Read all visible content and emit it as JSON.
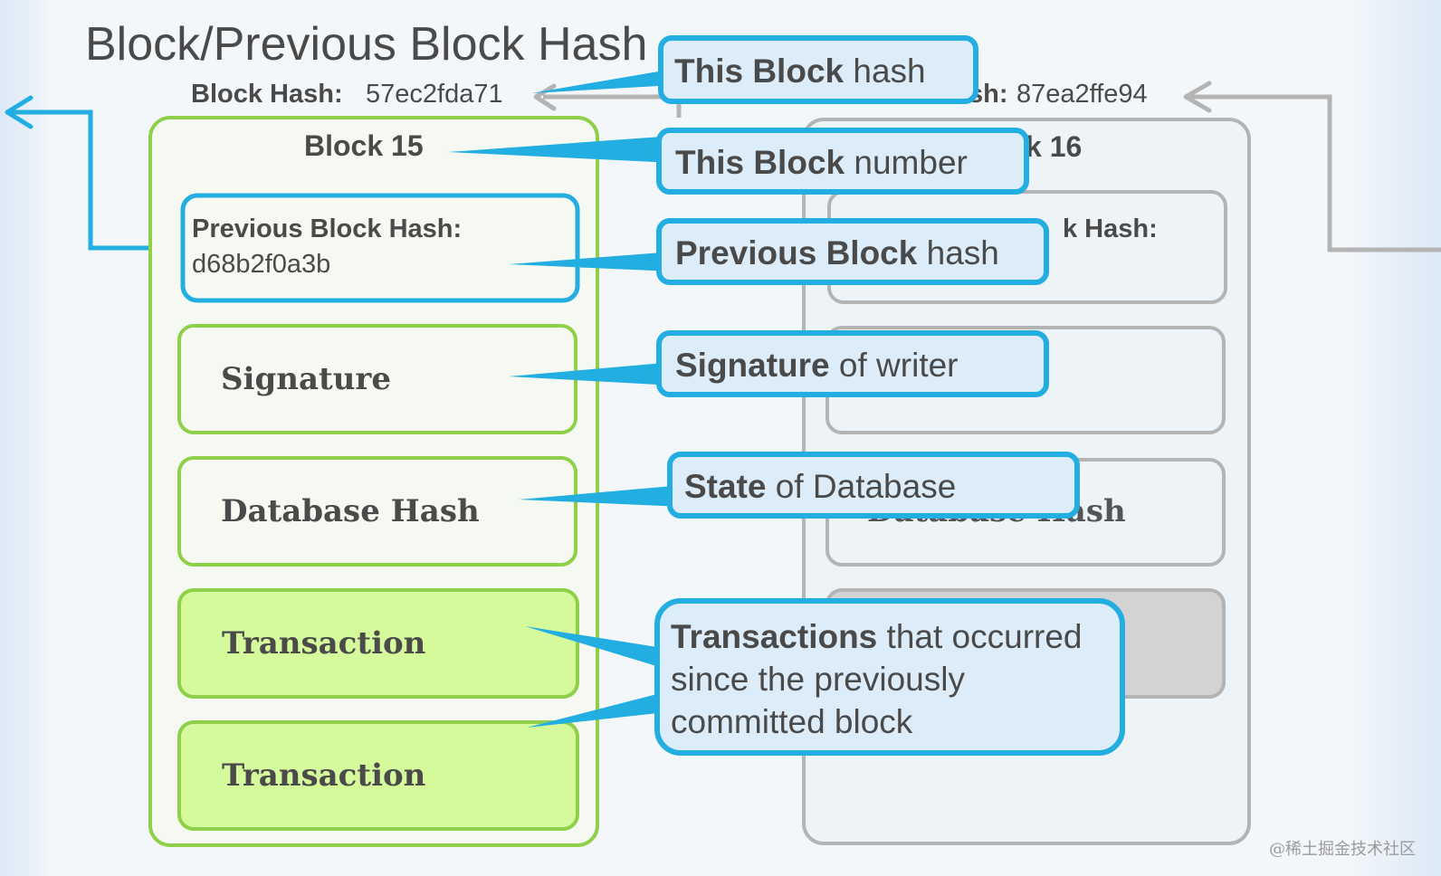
{
  "slide": {
    "title": "Block/Previous Block Hash",
    "watermark": "@稀土掘金技术社区"
  },
  "block_left": {
    "hash_label": "Block Hash:",
    "hash_value": "57ec2fda71",
    "name": "Block 15",
    "prev_hash_label": "Previous Block Hash:",
    "prev_hash_value": "d68b2f0a3b",
    "signature": "Signature",
    "database_hash": "Database Hash",
    "transactions": [
      "Transaction",
      "Transaction"
    ]
  },
  "block_right": {
    "hash_label_partial": "sh:",
    "hash_value": "87ea2ffe94",
    "name_partial": "k 16",
    "prev_hash_partial": "k Hash:",
    "database_hash_partial": "Database Hash"
  },
  "callouts": {
    "block_hash": {
      "bold": "This Block",
      "rest": " hash"
    },
    "block_number": {
      "bold": "This Block",
      "rest": " number"
    },
    "prev_hash": {
      "bold": "Previous Block",
      "rest": " hash"
    },
    "signature": {
      "bold": "Signature",
      "rest": " of writer"
    },
    "state": {
      "bold": "State",
      "rest": " of Database"
    },
    "transactions": {
      "line1_bold": "Transactions",
      "line1_rest": " that occurred",
      "line2": "since the previously",
      "line3": "committed block"
    }
  },
  "colors": {
    "accent_blue": "#22aee0",
    "callout_fill": "#dcecf8",
    "block_green": "#8fd04a",
    "tx_fill": "#d4fa9b",
    "grey_block": "#b4b4b4",
    "text_dark": "#4a4a4a"
  }
}
